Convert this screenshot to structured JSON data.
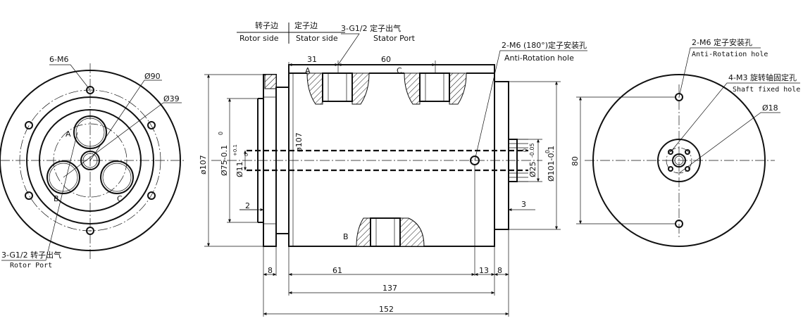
{
  "header": {
    "rotor_side_cn": "转子边",
    "rotor_side_en": "Rotor side",
    "stator_side_cn": "定子边",
    "stator_side_en": "Stator side"
  },
  "left_view": {
    "thread_label": "6-M6",
    "dia_outer": "Ø90",
    "dia_inner": "Ø39",
    "port_a": "A",
    "port_b": "B",
    "port_c": "C",
    "rotor_port_cn": "3-G1/2 转子出气",
    "rotor_port_en": "Rotor Port"
  },
  "middle_view": {
    "stator_port_cn": "3-G1/2 定子出气",
    "stator_port_en": "Stator Port",
    "dim_31": "31",
    "dim_60": "60",
    "port_a": "A",
    "port_c": "C",
    "port_b": "B",
    "dia_107_left": "ø107",
    "dia_75": "Ø75-0.1",
    "dia_75_upper": "0",
    "dia_11": "Ø11",
    "dia_11_tol_upper": "+0.1",
    "dia_11_tol_lower": "0",
    "dia_107_inner": "ø107",
    "dia_25": "Ø25",
    "dia_25_tol_upper": "0",
    "dia_25_tol_lower": "-0.05",
    "dia_101": "Ø101-0.1",
    "dia_101_upper": "0",
    "dim_2": "2",
    "dim_3": "3",
    "dim_8_left": "8",
    "dim_61": "61",
    "dim_13": "13",
    "dim_8_right": "8",
    "dim_137": "137",
    "dim_152": "152",
    "anti_rotation_cn": "2-M6 (180°)定子安装孔",
    "anti_rotation_en": "Anti-Rotation hole"
  },
  "right_view": {
    "anti_rotation_cn": "2-M6 定子安装孔",
    "anti_rotation_en": "Anti-Rotation hole",
    "shaft_fixed_cn": "4-M3 旋转轴固定孔",
    "shaft_fixed_en": "Shaft fixed hole",
    "dia_18": "Ø18",
    "dim_80": "80"
  }
}
